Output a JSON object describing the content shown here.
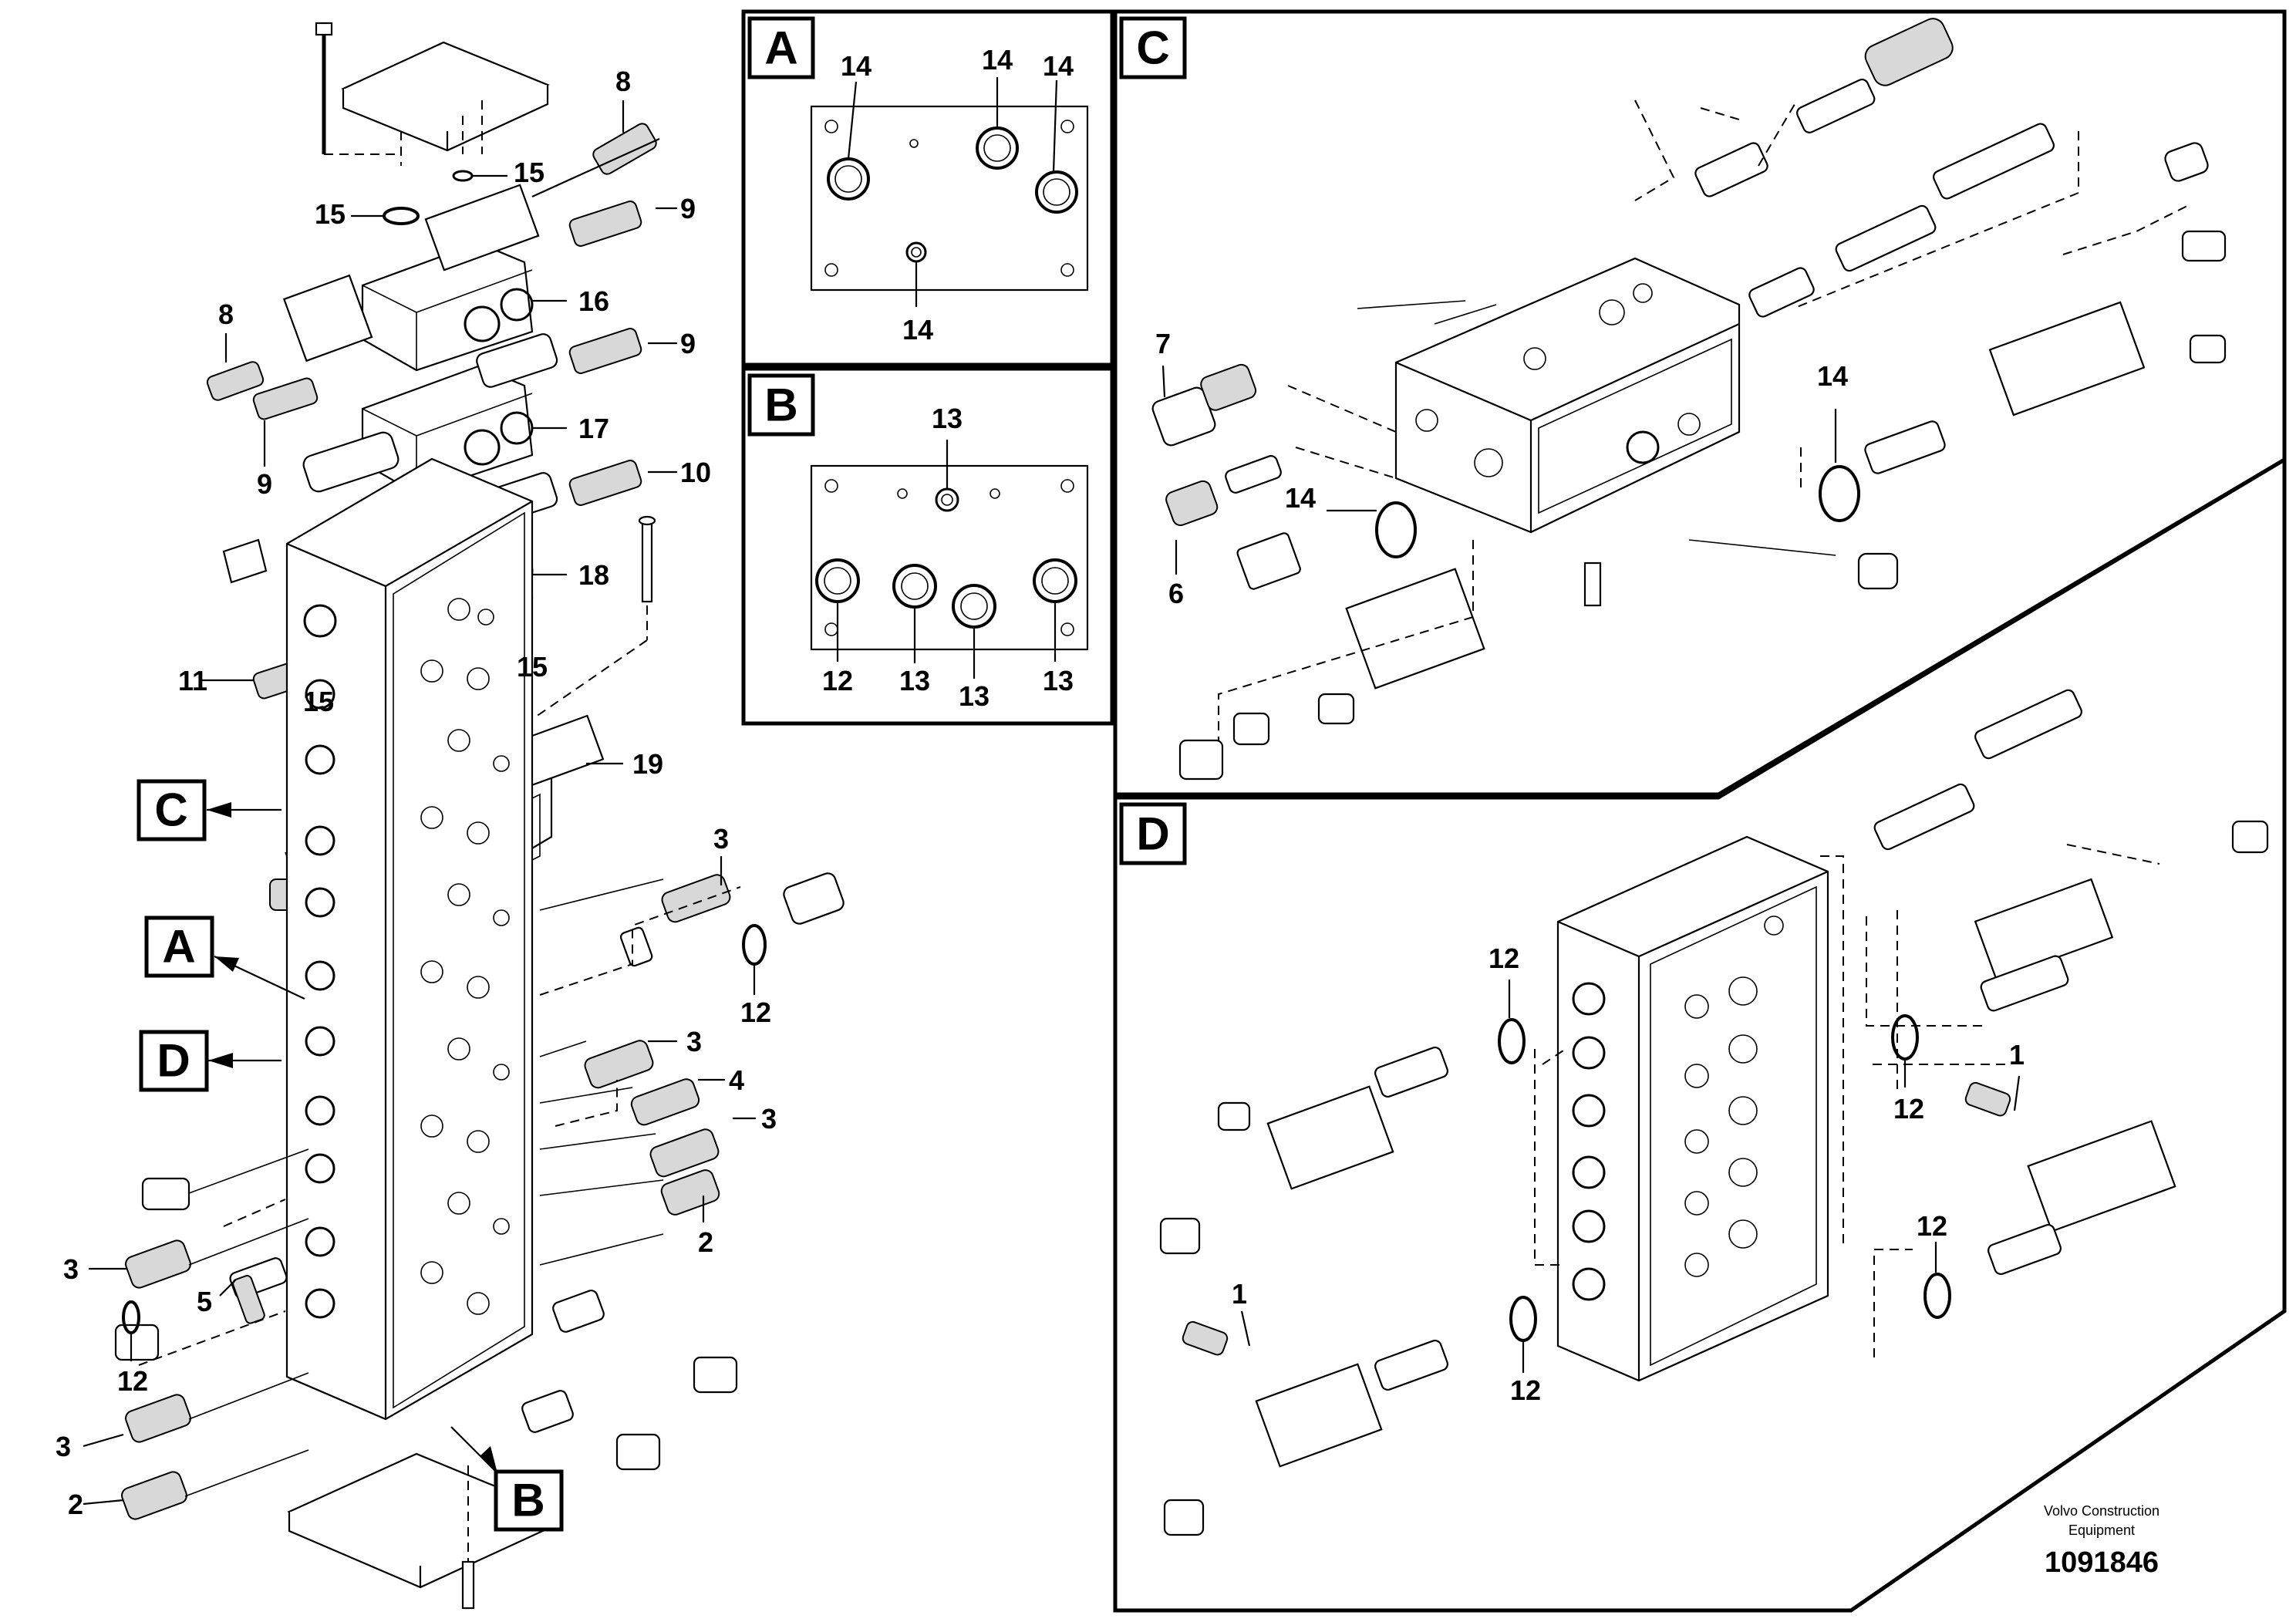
{
  "panels": {
    "a": {
      "letter": "A"
    },
    "b": {
      "letter": "B"
    },
    "c": {
      "letter": "C"
    },
    "d": {
      "letter": "D"
    }
  },
  "callouts": {
    "p1": "1",
    "p2": "2",
    "p3": "3",
    "p4": "4",
    "p5": "5",
    "p6": "6",
    "p7": "7",
    "p8": "8",
    "p9": "9",
    "p10": "10",
    "p11": "11",
    "p12": "12",
    "p13": "13",
    "p14": "14",
    "p15": "15",
    "p16": "16",
    "p17": "17",
    "p18": "18",
    "p19": "19"
  },
  "footer": {
    "manufacturer_line1": "Volvo Construction",
    "manufacturer_line2": "Equipment",
    "drawing_number": "1091846"
  }
}
